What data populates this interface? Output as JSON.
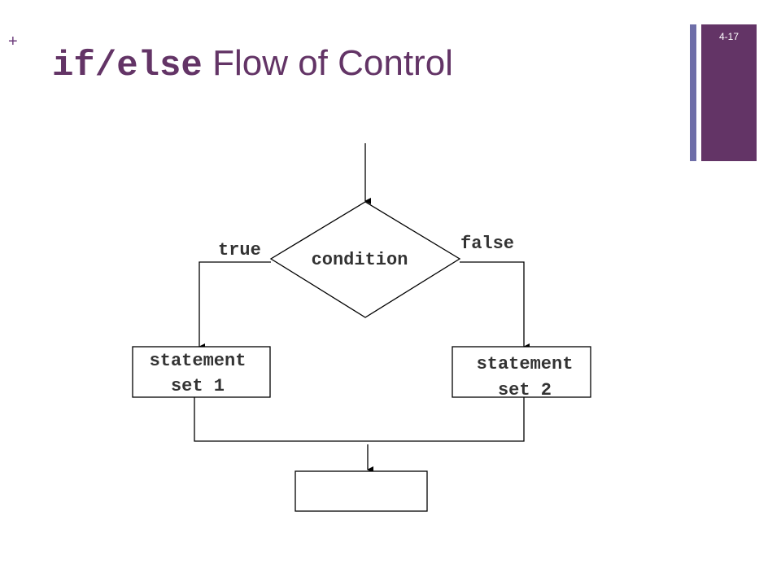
{
  "slide": {
    "bullet": "+",
    "title_code": "if/else",
    "title_text": " Flow of Control",
    "number": "4-17"
  },
  "diagram": {
    "condition": "condition",
    "true_label": "true",
    "false_label": "false",
    "box1_line1": "statement",
    "box1_line2": "set 1",
    "box2_line1": "statement",
    "box2_line2": "set 2",
    "box3_text": ""
  }
}
